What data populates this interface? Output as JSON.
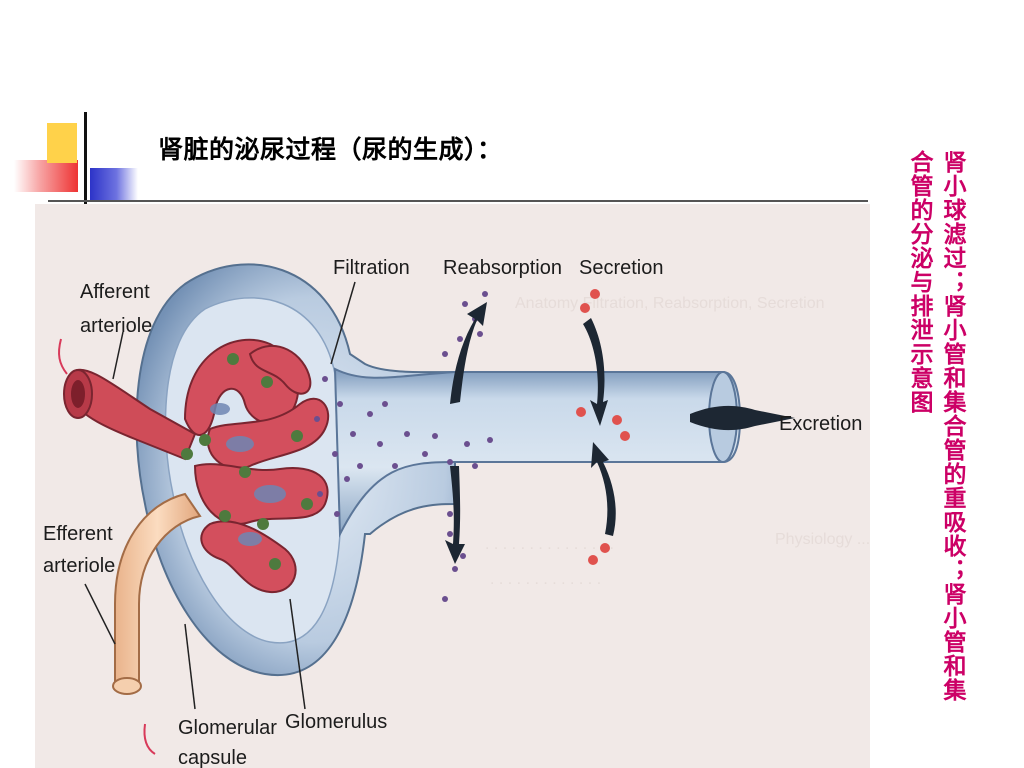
{
  "slide": {
    "title": "肾脏的泌尿过程（尿的生成）：",
    "side_caption": "肾小球滤过；肾小管和集合管的重吸收；肾小管和集合管的分泌与排泄示意图"
  },
  "figure": {
    "labels": {
      "filtration": "Filtration",
      "reabsorption": "Reabsorption",
      "secretion": "Secretion",
      "excretion": "Excretion",
      "afferent": "Afferent",
      "afferent_2": "arteriole",
      "efferent": "Efferent",
      "efferent_2": "arteriole",
      "glomerular": "Glomerular",
      "glomerular_2": "capsule",
      "glomerulus": "Glomerulus"
    }
  },
  "colors": {
    "side_caption": "#cc0066",
    "capsule_blue": "#7f9cbc",
    "tubule_fill": "#d4e2f0",
    "vessel_red": "#d2505c",
    "efferent_tan": "#f0c39c"
  }
}
